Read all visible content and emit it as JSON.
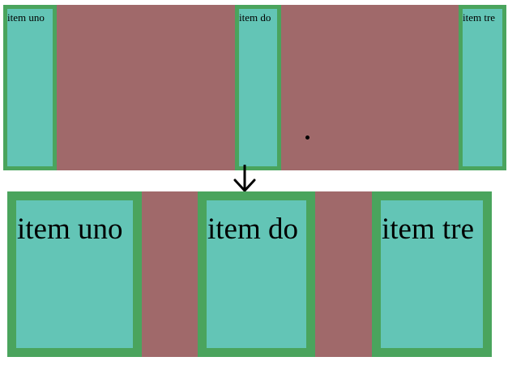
{
  "before": {
    "items": [
      {
        "label": "item uno"
      },
      {
        "label": "item do"
      },
      {
        "label": "item tre"
      }
    ]
  },
  "after": {
    "items": [
      {
        "label": "item uno"
      },
      {
        "label": "item do"
      },
      {
        "label": "item tre"
      }
    ]
  },
  "colors": {
    "container": "#a0696a",
    "item_fill": "#63c5b6",
    "item_border": "#4aa45d",
    "arrow": "#000000"
  },
  "icons": {
    "transition": "down-arrow-icon",
    "marker": "dot-icon"
  }
}
